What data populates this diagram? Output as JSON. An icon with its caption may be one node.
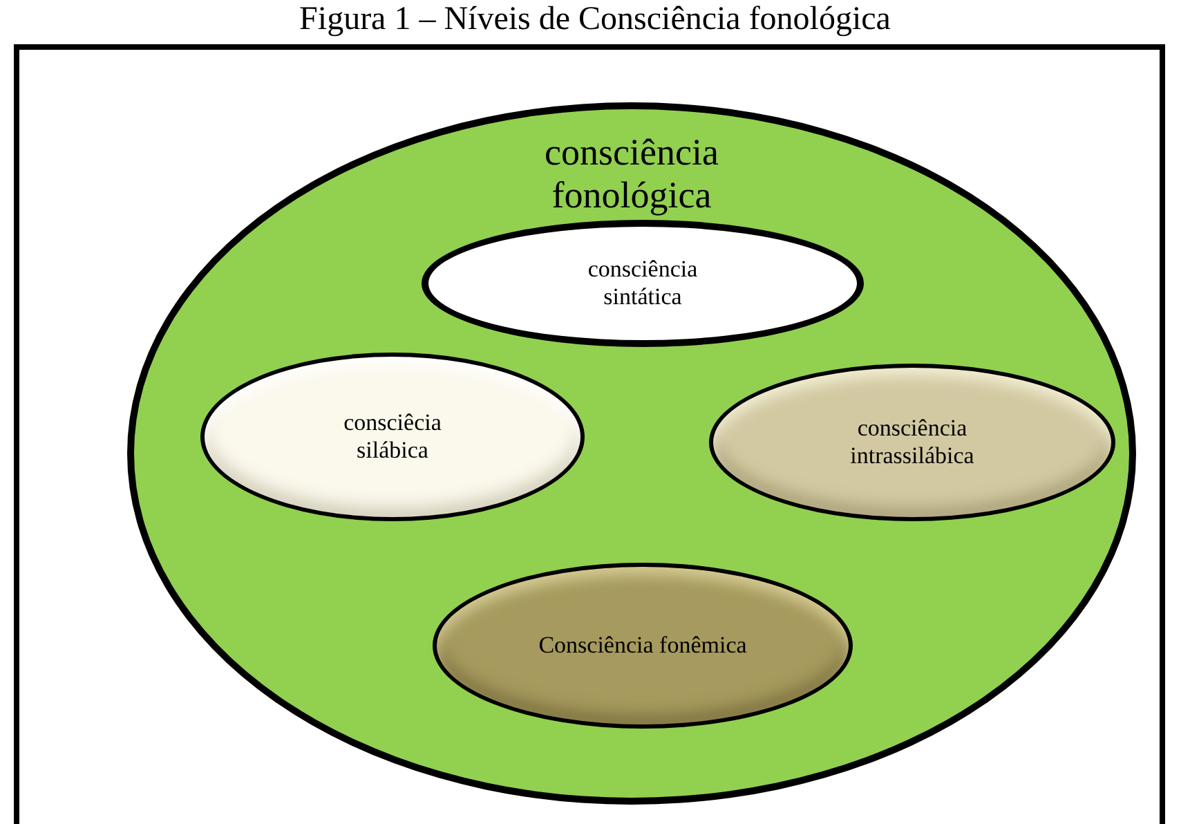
{
  "diagram": {
    "title": "Figura 1 – Níveis de Consciência fonológica",
    "nodes": [
      {
        "text": [
          "consciência fonológica"
        ]
      },
      {
        "text": [
          "consciência sintática"
        ],
        "in": 0
      },
      {
        "text": [
          "consciêcia silábica"
        ],
        "in": 0
      },
      {
        "text": [
          "consciência intrassilábica"
        ],
        "in": 0
      },
      {
        "text": [
          "Consciência fonêmica"
        ],
        "in": 0
      }
    ],
    "edges": []
  }
}
